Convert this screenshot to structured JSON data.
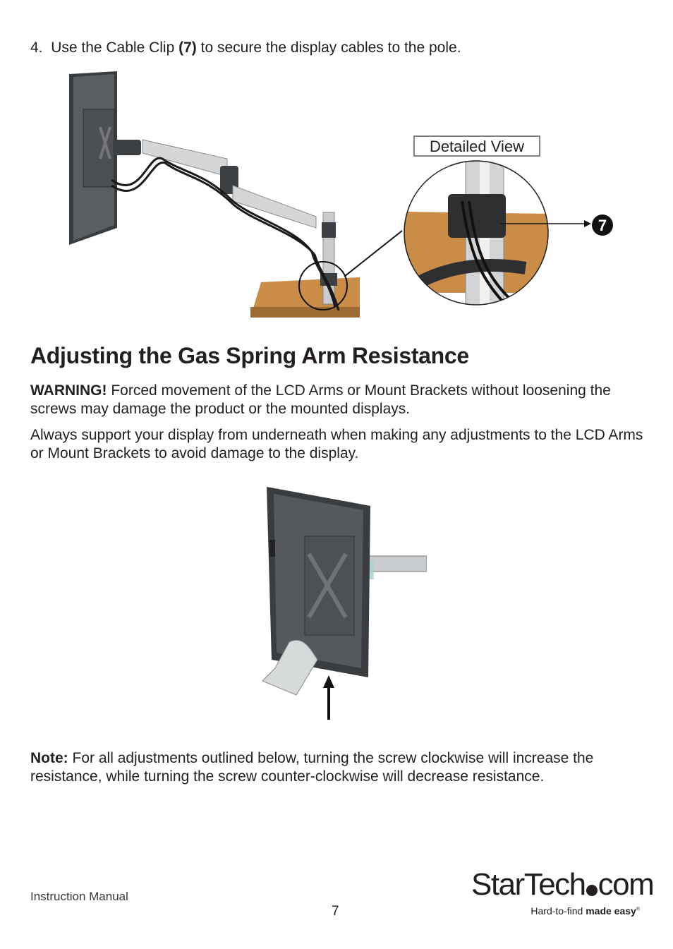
{
  "step4": {
    "number": "4.",
    "text_before": "Use the Cable Clip",
    "bold_ref": "(7)",
    "text_after": "to secure the display cables to the pole."
  },
  "figure1": {
    "callout_label": "Detailed View",
    "callout_number": "7"
  },
  "section": {
    "heading": "Adjusting the Gas Spring Arm Resistance",
    "warning_label": "WARNING!",
    "warning_text": "Forced movement of the LCD Arms or Mount Brackets without loosening the screws may damage the product or the mounted displays.",
    "support_text": "Always support your display from underneath when making any adjustments to the LCD Arms or Mount Brackets to avoid damage to the display.",
    "note_label": "Note:",
    "note_text": "For all adjustments outlined below, turning the screw clockwise will increase the resistance, while turning the screw counter-clockwise will decrease resistance."
  },
  "footer": {
    "manual_label": "Instruction Manual",
    "page_number": "7",
    "logo_main": "StarTech",
    "logo_suffix": "com",
    "tagline_regular": "Hard-to-find",
    "tagline_bold": "made easy",
    "tagline_mark": "®"
  },
  "colors": {
    "text": "#231f20",
    "wood": "#c98d48",
    "metal": "#c9ccce"
  }
}
